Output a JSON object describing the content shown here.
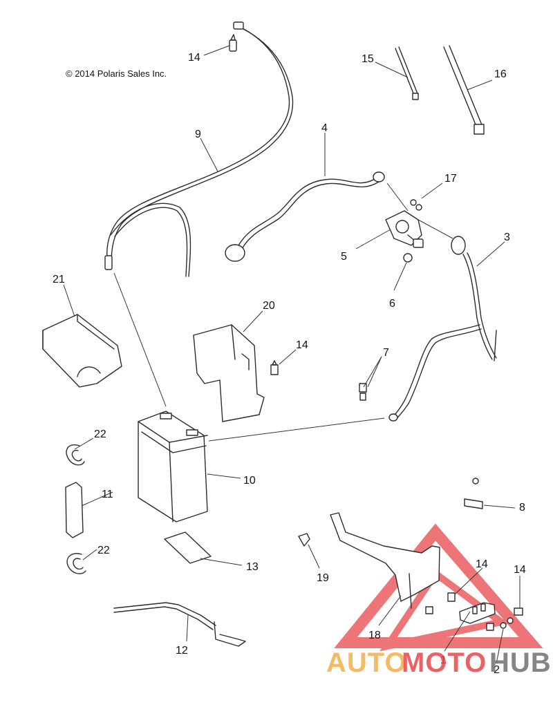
{
  "copyright": "© 2014 Polaris Sales Inc.",
  "callouts": {
    "c1": "1",
    "c2": "2",
    "c3": "3",
    "c4": "4",
    "c5": "5",
    "c6": "6",
    "c7": "7",
    "c8": "8",
    "c9": "9",
    "c10": "10",
    "c11": "11",
    "c12": "12",
    "c13": "13",
    "c14a": "14",
    "c14b": "14",
    "c14c": "14",
    "c14d": "14",
    "c15": "15",
    "c16": "16",
    "c17": "17",
    "c18": "18",
    "c19": "19",
    "c20": "20",
    "c21": "21",
    "c22a": "22",
    "c22b": "22"
  },
  "watermark": {
    "part1": "AUTO",
    "part2": "MOTO",
    "part3": "HUB",
    "color_orange": "#f2b04a",
    "color_red": "#e8474a",
    "color_gray": "#707070"
  }
}
